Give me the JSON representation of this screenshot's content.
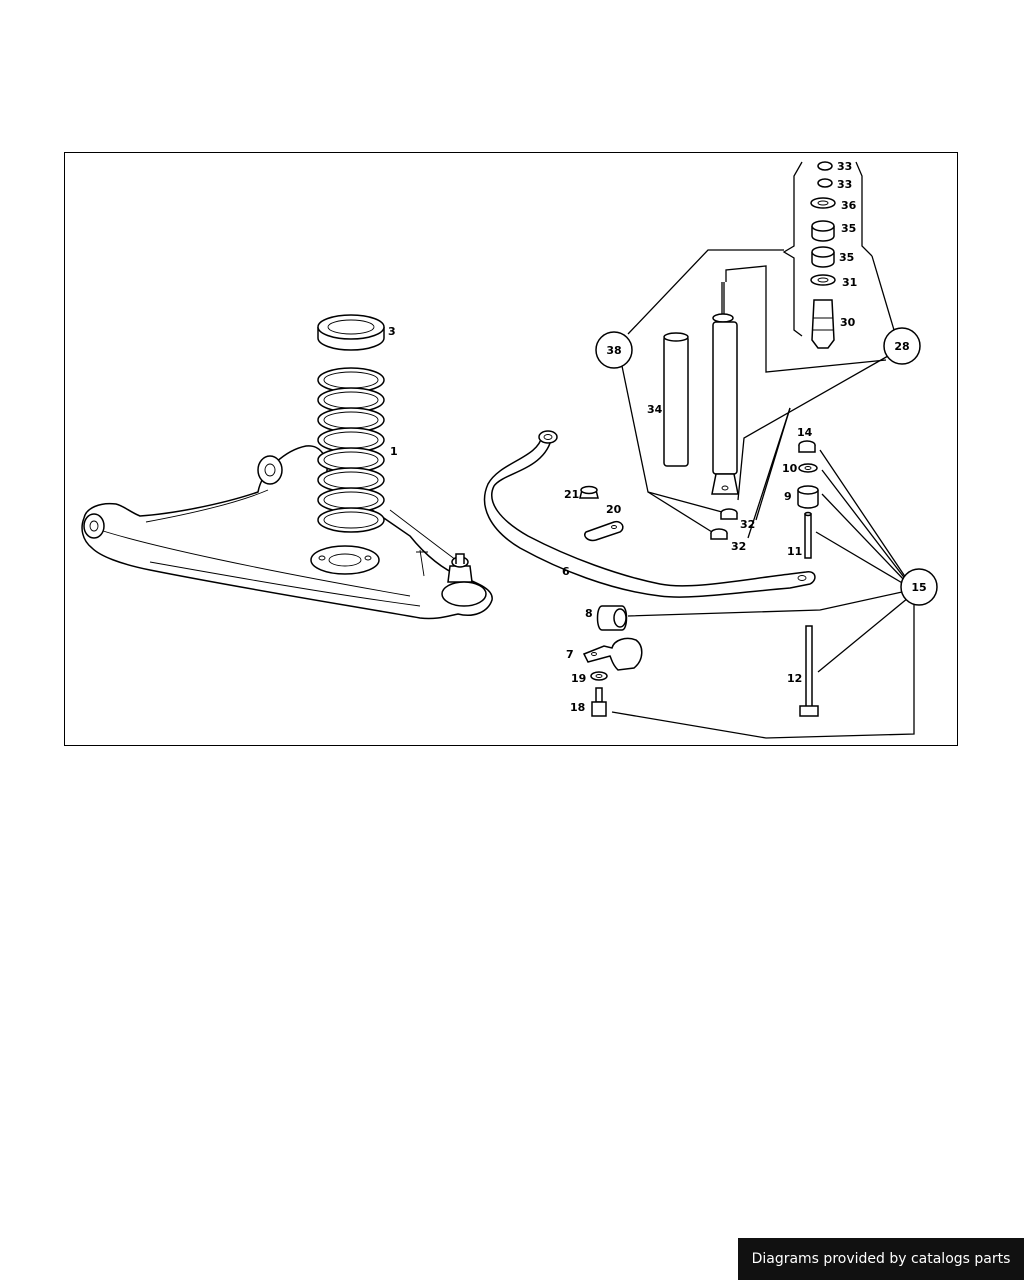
{
  "diagram": {
    "part_labels": [
      "1",
      "3",
      "6",
      "7",
      "8",
      "9",
      "10",
      "11",
      "12",
      "14",
      "18",
      "19",
      "20",
      "21",
      "30",
      "31",
      "32",
      "32",
      "33",
      "33",
      "34",
      "35",
      "35",
      "36"
    ],
    "callouts": [
      "38",
      "28",
      "15"
    ]
  },
  "footer": {
    "credit": "Diagrams provided by catalogs parts"
  },
  "colors": {
    "line": "#000000",
    "background": "#ffffff",
    "credit_background": "#111111",
    "credit_text": "#ffffff"
  }
}
